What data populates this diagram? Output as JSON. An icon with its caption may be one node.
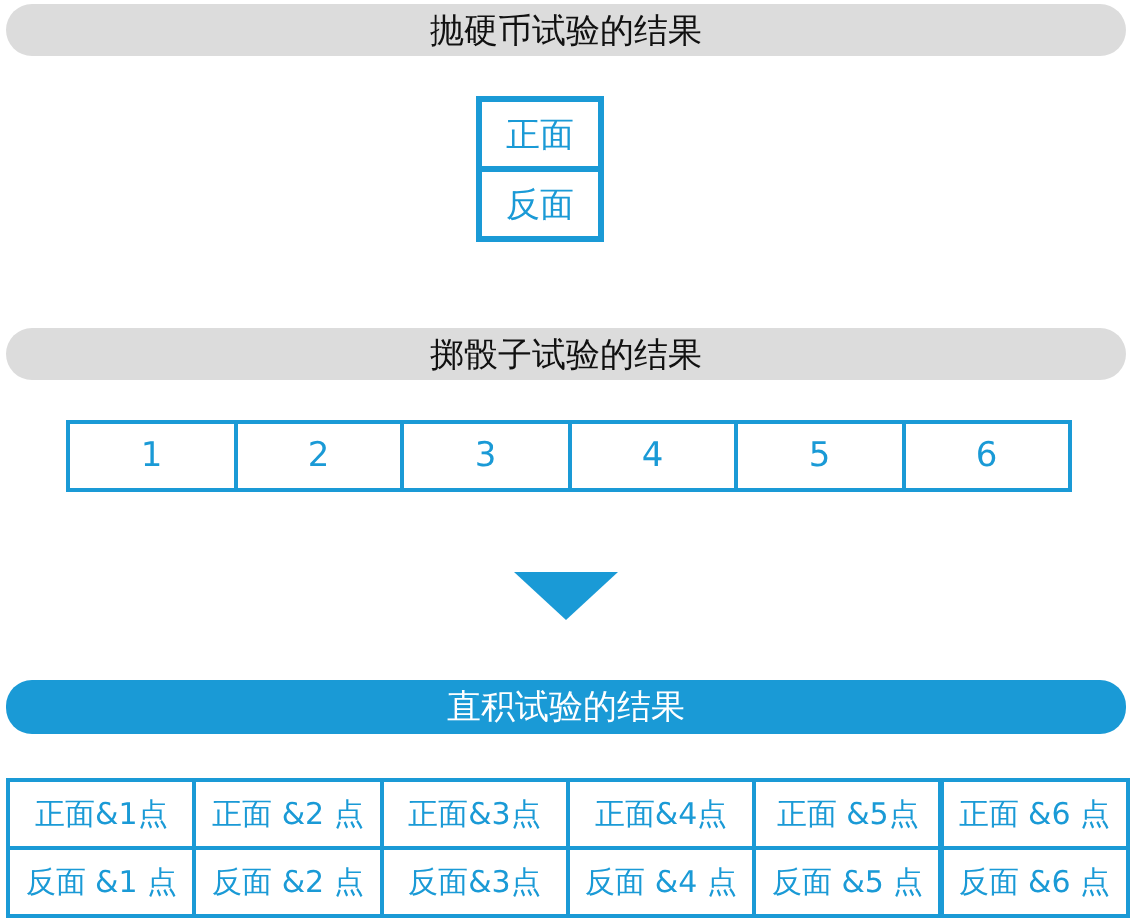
{
  "diagram": {
    "nodes": [
      {
        "text": [
          "抛硬币试验的结果"
        ]
      },
      {
        "text": [
          "正面"
        ]
      },
      {
        "text": [
          "反面"
        ]
      },
      {
        "text": [
          "掷骰子试验的结果"
        ]
      },
      {
        "text": [
          "1"
        ]
      },
      {
        "text": [
          "2"
        ]
      },
      {
        "text": [
          "3"
        ]
      },
      {
        "text": [
          "4"
        ]
      },
      {
        "text": [
          "5"
        ]
      },
      {
        "text": [
          "6"
        ]
      },
      {
        "text": [],
        "shape": "triangle"
      },
      {
        "text": [
          "直积试验的结果"
        ]
      },
      {
        "text": [
          "正面&1点"
        ]
      },
      {
        "text": [
          "正面 &2 点"
        ]
      },
      {
        "text": [
          "正面&3点"
        ]
      },
      {
        "text": [
          "正面&4点"
        ]
      },
      {
        "text": [
          "正面 &5点"
        ]
      },
      {
        "text": [
          "正面 &6 点"
        ]
      },
      {
        "text": [
          "反面 &1 点"
        ]
      },
      {
        "text": [
          "反面 &2 点"
        ]
      },
      {
        "text": [
          "反面&3点"
        ]
      },
      {
        "text": [
          "反面 &4 点"
        ]
      },
      {
        "text": [
          "反面 &5 点"
        ]
      },
      {
        "text": [
          "反面 &6 点"
        ]
      }
    ]
  }
}
